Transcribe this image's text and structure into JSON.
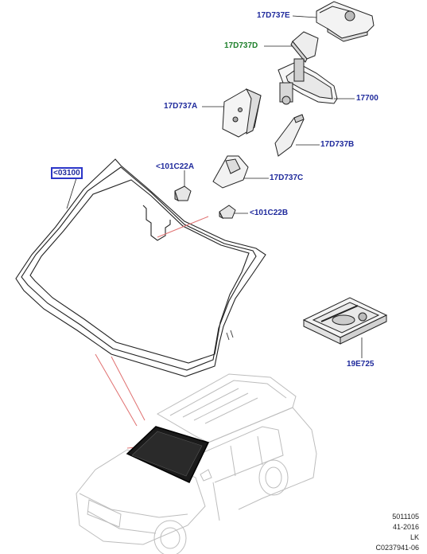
{
  "parts": {
    "p17D737E": "17D737E",
    "p17D737D": "17D737D",
    "p17700": "17700",
    "p17D737A": "17D737A",
    "p17D737B": "17D737B",
    "p101C22A": "<101C22A",
    "p17D737C": "17D737C",
    "p101C22B": "<101C22B",
    "p03100": "<03100",
    "p19E725": "19E725"
  },
  "footer": {
    "line1": "5011105",
    "line2": "41-2016",
    "line3": "LK",
    "line4": "C0237941-06"
  },
  "colors": {
    "label_blue": "#1f2a9c",
    "label_green": "#1d7f2a",
    "highlight_box": "#2b35c8",
    "leader_red": "#e07070"
  }
}
